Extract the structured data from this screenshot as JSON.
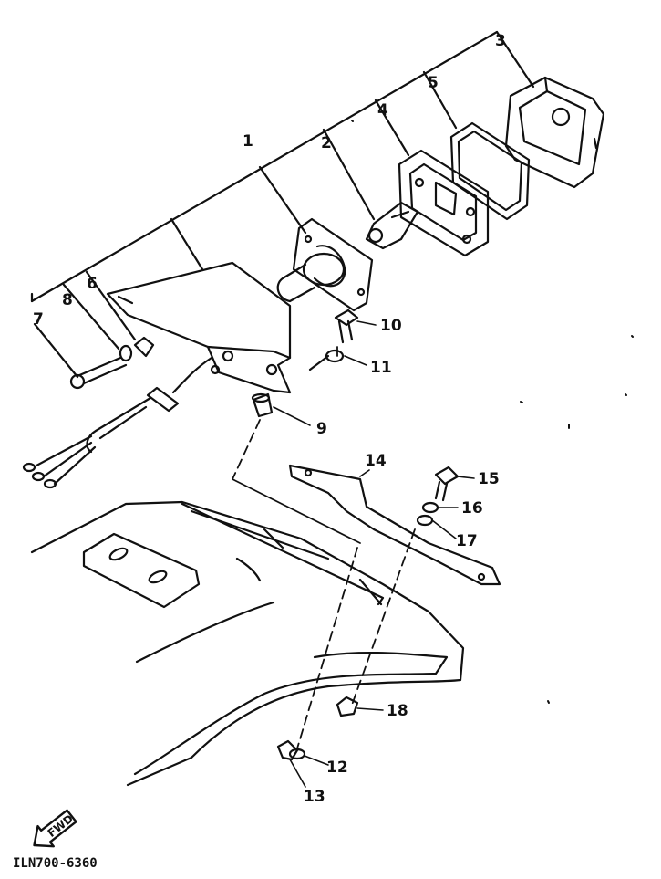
{
  "diagram": {
    "labels": {
      "p1": "1",
      "p2": "2",
      "p3": "3",
      "p4": "4",
      "p5": "5",
      "p6": "6",
      "p7": "7",
      "p8": "8",
      "p9": "9",
      "p10": "10",
      "p11": "11",
      "p12": "12",
      "p13": "13",
      "p14": "14",
      "p15": "15",
      "p16": "16",
      "p17": "17",
      "p18": "18"
    },
    "fwd_badge": "FWD",
    "drawing_code": "ILN700-6360"
  }
}
